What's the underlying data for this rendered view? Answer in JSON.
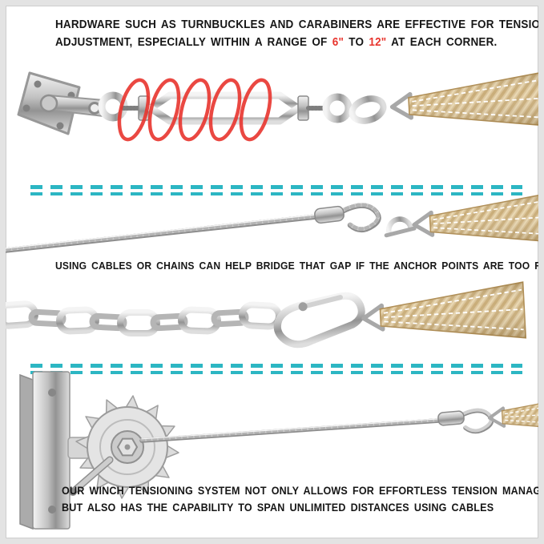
{
  "page": {
    "background": "#ffffff",
    "frame_color": "#e3e3e3"
  },
  "colors": {
    "text": "#161616",
    "accent_red": "#e8352e",
    "accent_teal": "#2cb6c3",
    "strap_tan": "#dcc59b",
    "metal_gray": "#b9b9b9"
  },
  "sections": {
    "turnbuckle": {
      "heading_line1": "HARDWARE SUCH AS TURNBUCKLES AND CARABINERS ARE EFFECTIVE FOR TENSION",
      "heading_line2_pre": "ADJUSTMENT, ESPECIALLY WITHIN A RANGE OF",
      "range_min": "6\"",
      "range_connector": "TO",
      "range_max": "12\"",
      "heading_line2_post": "AT EACH CORNER.",
      "illustration": "wall pad-eye plate, turnbuckle with red spring overlay, quick link, shade-sail strap"
    },
    "cable": {
      "illustration": "steel cable with crimped ferrule loop, shackle, shade-sail strap"
    },
    "bridge": {
      "heading": "USING CABLES OR CHAINS CAN HELP BRIDGE THAT GAP IF THE ANCHOR POINTS ARE TOO FAR."
    },
    "chain": {
      "illustration": "steel chain links, carabiner, shade-sail strap"
    },
    "winch": {
      "heading_line1": "OUR WINCH TENSIONING SYSTEM NOT ONLY ALLOWS FOR EFFORTLESS TENSION MANAGEMENT",
      "heading_line2": "BUT ALSO HAS THE CAPABILITY TO SPAN UNLIMITED DISTANCES USING CABLES",
      "illustration": "wall-mounted winch with ratchet gear, steel cable loop, shade-sail strap"
    }
  }
}
